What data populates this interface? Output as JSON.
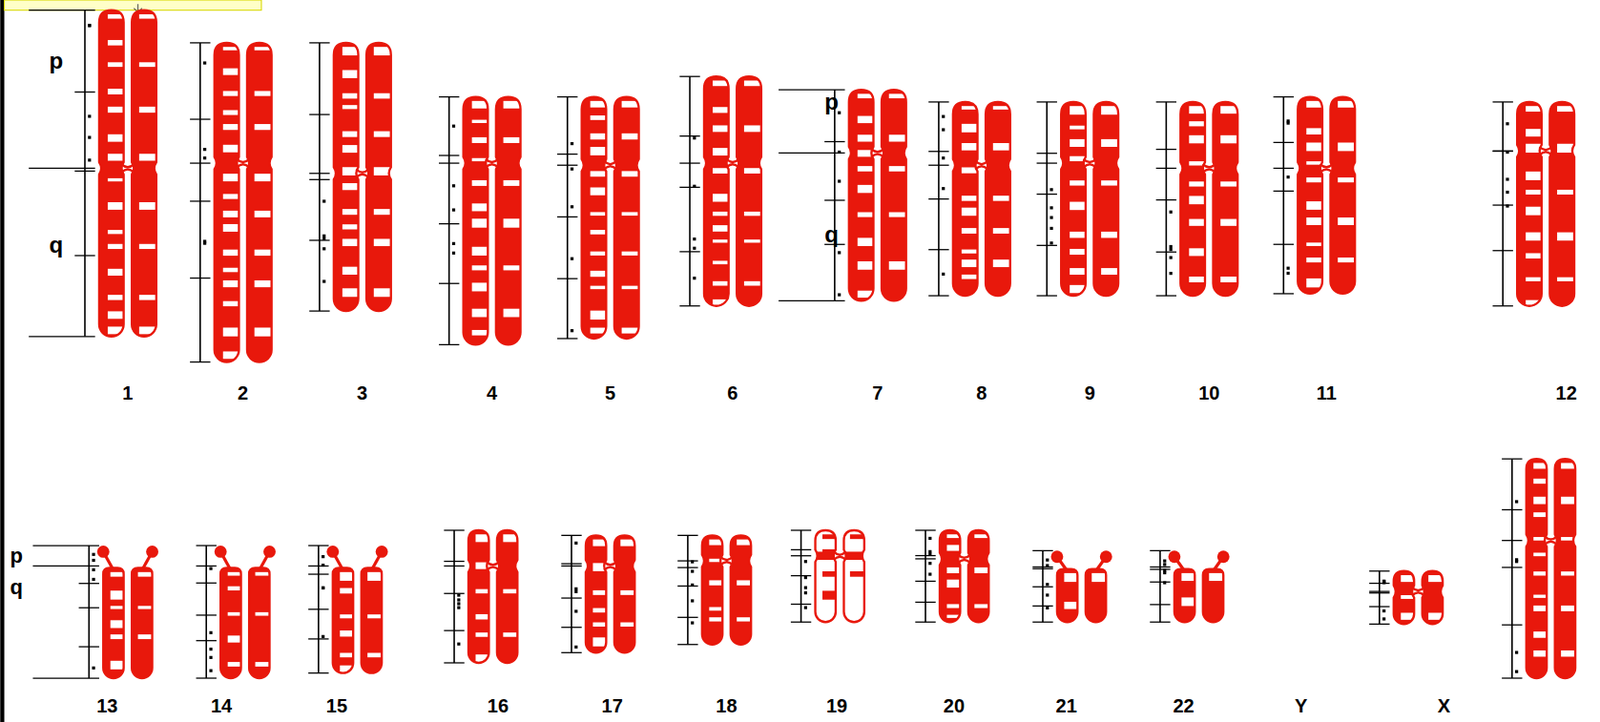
{
  "diagram": {
    "labels": [
      "p",
      "q",
      "p",
      "q",
      "1",
      "2",
      "3",
      "4",
      "5",
      "6",
      "7",
      "8",
      "9",
      "10",
      "11",
      "12",
      "p",
      "q",
      "13",
      "14",
      "15",
      "16",
      "17",
      "18",
      "19",
      "20",
      "21",
      "22",
      "Y",
      "X"
    ]
  }
}
